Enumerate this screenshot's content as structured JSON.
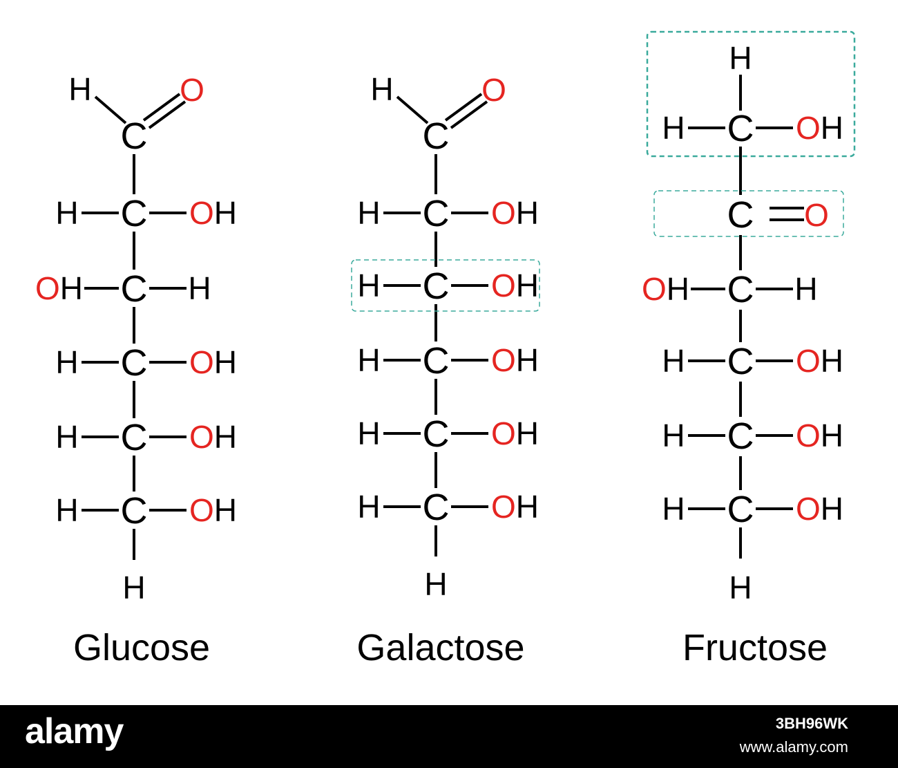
{
  "colors": {
    "bond": "#000000",
    "atom": "#000000",
    "oxygen": "#e52521",
    "highlight": "#3aaa9c",
    "footer": "#000000"
  },
  "atoms": {
    "carbon": "C",
    "hydrogen": "H",
    "oxygen": "O",
    "hydroxyl_hydrogen": "H"
  },
  "molecules": [
    {
      "name": "Glucose",
      "head": "aldehyde",
      "c3_hydroxyl": "left",
      "c4_hydroxyl": "right",
      "highlighted_groups": []
    },
    {
      "name": "Galactose",
      "head": "aldehyde",
      "c3_hydroxyl": "right",
      "c4_hydroxyl": "right",
      "highlighted_groups": [
        "C3 hydroxyl"
      ]
    },
    {
      "name": "Fructose",
      "head": "ketone",
      "c3_hydroxyl": "left",
      "c4_hydroxyl": "right",
      "highlighted_groups": [
        "C1 CH2OH",
        "C2 carbonyl"
      ]
    }
  ],
  "watermark": {
    "logo": "alamy",
    "image_id": "3BH96WK",
    "url": "www.alamy.com"
  }
}
